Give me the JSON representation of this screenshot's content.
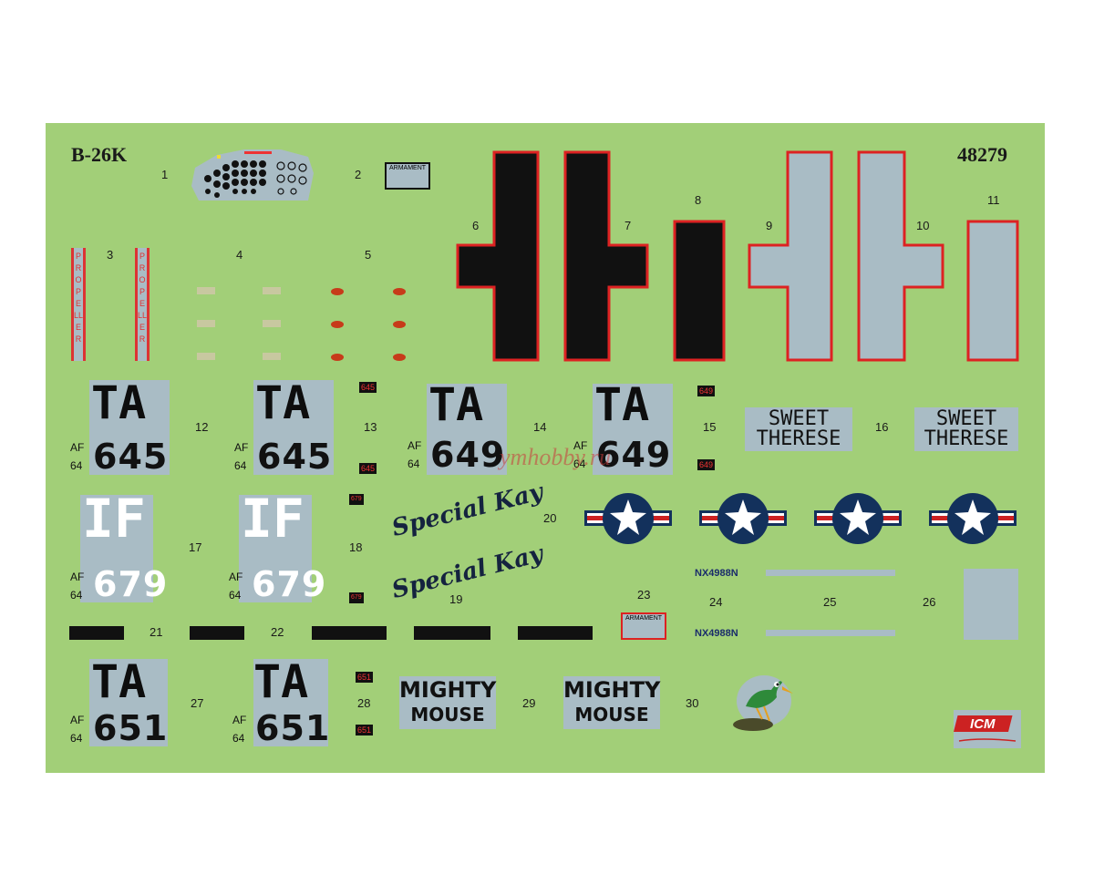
{
  "sheet": {
    "model": "B-26K",
    "code": "48279",
    "background_color": "#a2cf78",
    "patch_color": "#a9bcc5",
    "numbers": [
      "1",
      "2",
      "3",
      "4",
      "5",
      "6",
      "7",
      "8",
      "9",
      "10",
      "11",
      "12",
      "13",
      "14",
      "15",
      "16",
      "17",
      "18",
      "19",
      "20",
      "21",
      "22",
      "23",
      "24",
      "25",
      "26",
      "27",
      "28",
      "29",
      "30"
    ]
  },
  "labels": {
    "armament": "ARMAMENT",
    "propeller": "PROPELLER",
    "ta": "TA",
    "if": "IF",
    "af": "AF",
    "sixtyfour": "64",
    "n645": "645",
    "n649": "649",
    "n679": "679",
    "n651": "651",
    "sweet": "SWEET",
    "therese": "THERESE",
    "special_kay": "Special Kay",
    "mighty": "MIGHTY",
    "mouse": "MOUSE",
    "registration": "NX4988N"
  },
  "brand": {
    "logo": "ICM",
    "watermark": "ymhobby.ru"
  }
}
